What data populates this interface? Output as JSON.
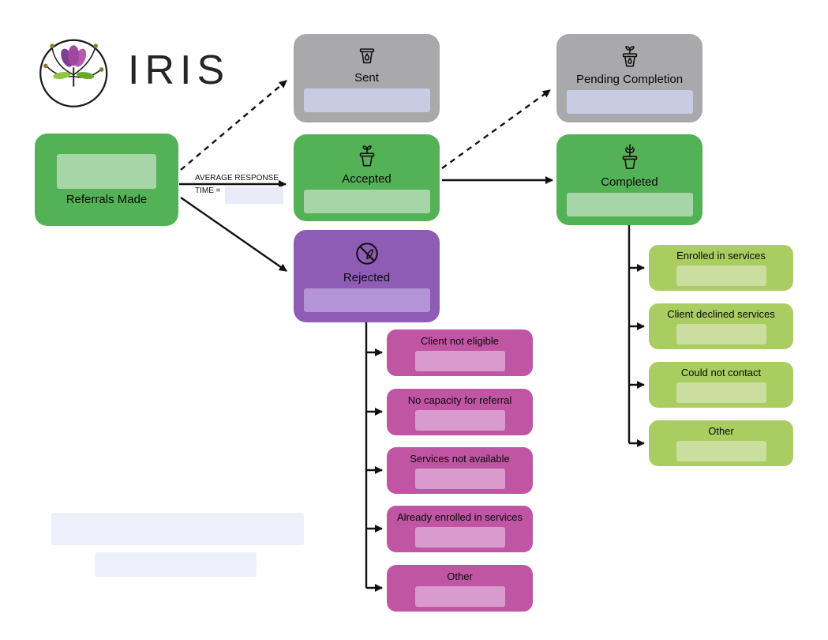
{
  "logo": {
    "text": "IRIS"
  },
  "nodes": {
    "referrals_made": {
      "label": "Referrals Made"
    },
    "sent": {
      "label": "Sent"
    },
    "accepted": {
      "label": "Accepted"
    },
    "rejected": {
      "label": "Rejected"
    },
    "pending_completion": {
      "label": "Pending Completion"
    },
    "completed": {
      "label": "Completed"
    }
  },
  "edge_labels": {
    "avg_response_line1": "AVERAGE RESPONSE",
    "avg_response_line2": "TIME ="
  },
  "rejected_reasons": [
    {
      "label": "Client not eligible"
    },
    {
      "label": "No capacity for referral"
    },
    {
      "label": "Services not available"
    },
    {
      "label": "Already enrolled in services"
    },
    {
      "label": "Other"
    }
  ],
  "completed_outcomes": [
    {
      "label": "Enrolled in services"
    },
    {
      "label": "Client declined services"
    },
    {
      "label": "Could not contact"
    },
    {
      "label": "Other"
    }
  ],
  "icons": {
    "logo": "iris-flower-icon",
    "sent": "seed-in-pot-icon",
    "accepted": "sprout-in-pot-icon",
    "pending_completion": "sprout-seed-pot-icon",
    "completed": "plant-in-pot-icon",
    "rejected": "crossed-out-plant-icon"
  },
  "colors": {
    "green": "#53b156",
    "green_light": "#a6d5a8",
    "gray": "#a9a9ab",
    "gray_light": "#c8cce3",
    "purple": "#8e5cb4",
    "purple_light": "#b394d6",
    "magenta": "#c055a3",
    "magenta_light": "#d99bce",
    "lime": "#a9cd60",
    "lime_light": "#c9de9f",
    "blank": "#e9ecf8",
    "redacted": "#edeffb",
    "ink": "#111111"
  }
}
